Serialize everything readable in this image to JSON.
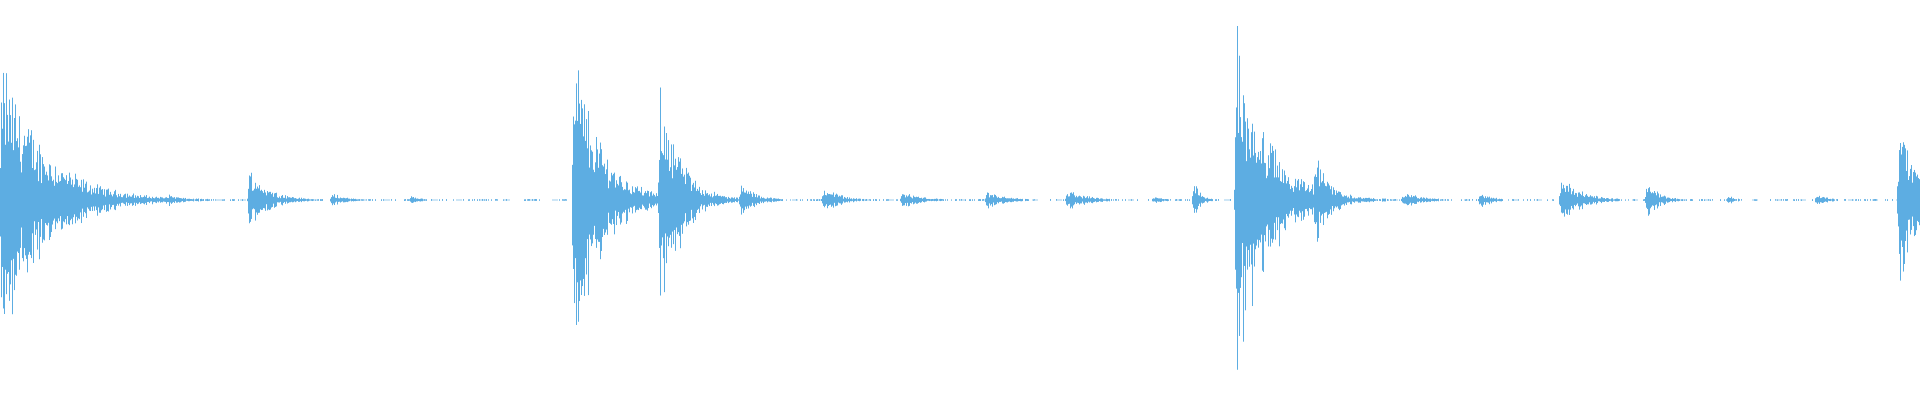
{
  "chart_data": {
    "type": "waveform",
    "title": "",
    "color": "#5DADE2",
    "background": "#FFFFFF",
    "grid": false,
    "axes": false,
    "ylim": [
      -1,
      1
    ],
    "events": [
      {
        "onset": 0.001,
        "peak": 0.67,
        "decay": 0.022
      },
      {
        "onset": 0.087,
        "peak": 0.03,
        "decay": 0.008
      },
      {
        "onset": 0.13,
        "peak": 0.15,
        "decay": 0.01
      },
      {
        "onset": 0.173,
        "peak": 0.03,
        "decay": 0.008
      },
      {
        "onset": 0.214,
        "peak": 0.02,
        "decay": 0.005
      },
      {
        "onset": 0.299,
        "peak": 0.73,
        "decay": 0.014
      },
      {
        "onset": 0.344,
        "peak": 0.59,
        "decay": 0.01
      },
      {
        "onset": 0.386,
        "peak": 0.08,
        "decay": 0.008
      },
      {
        "onset": 0.429,
        "peak": 0.07,
        "decay": 0.008
      },
      {
        "onset": 0.47,
        "peak": 0.04,
        "decay": 0.01
      },
      {
        "onset": 0.514,
        "peak": 0.04,
        "decay": 0.01
      },
      {
        "onset": 0.556,
        "peak": 0.05,
        "decay": 0.01
      },
      {
        "onset": 0.601,
        "peak": 0.02,
        "decay": 0.006
      },
      {
        "onset": 0.622,
        "peak": 0.11,
        "decay": 0.003
      },
      {
        "onset": 0.644,
        "peak": 0.82,
        "decay": 0.016
      },
      {
        "onset": 0.685,
        "peak": 0.23,
        "decay": 0.008
      },
      {
        "onset": 0.731,
        "peak": 0.04,
        "decay": 0.01
      },
      {
        "onset": 0.771,
        "peak": 0.04,
        "decay": 0.006
      },
      {
        "onset": 0.813,
        "peak": 0.12,
        "decay": 0.01
      },
      {
        "onset": 0.858,
        "peak": 0.1,
        "decay": 0.006
      },
      {
        "onset": 0.9,
        "peak": 0.02,
        "decay": 0.005
      },
      {
        "onset": 0.946,
        "peak": 0.03,
        "decay": 0.006
      },
      {
        "onset": 0.989,
        "peak": 0.39,
        "decay": 0.01
      }
    ]
  }
}
